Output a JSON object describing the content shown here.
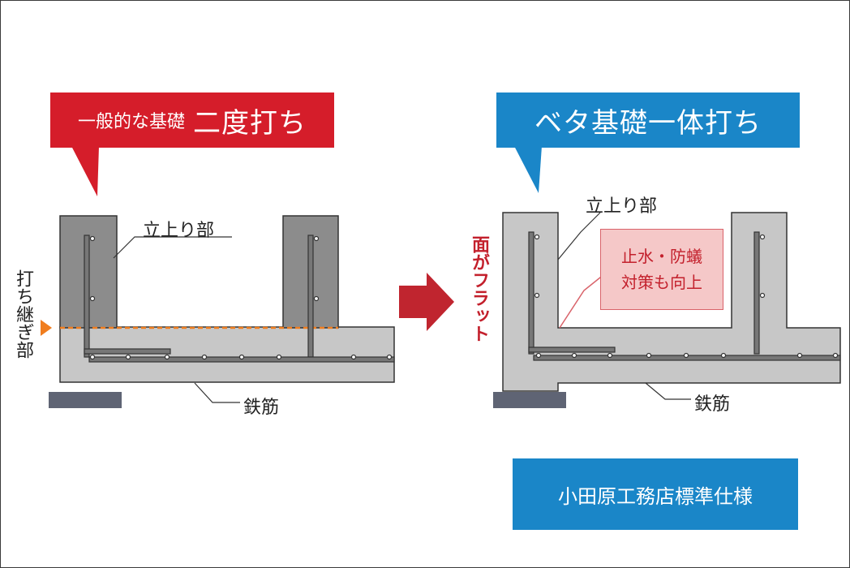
{
  "left_title": {
    "small": "一般的な基礎",
    "big": "二度打ち"
  },
  "right_title": "ベタ基礎一体打ち",
  "labels": {
    "tachiagari_left": "立上り部",
    "tachiagari_right": "立上り部",
    "tetsukin_left": "鉄筋",
    "tetsukin_right": "鉄筋",
    "uchitsugi": "打ち継ぎ部",
    "flat": "面がフラット"
  },
  "note": {
    "line1": "止水・防蟻",
    "line2": "対策も向上"
  },
  "spec": "小田原工務店標準仕様",
  "colors": {
    "red": "#d51d2a",
    "blue": "#1a86c8",
    "concrete_dark": "#8c8c8c",
    "concrete_light": "#c7c7c7",
    "footing": "#5f6474",
    "joint_line": "#f07d1e",
    "arrow": "#c0252f"
  }
}
